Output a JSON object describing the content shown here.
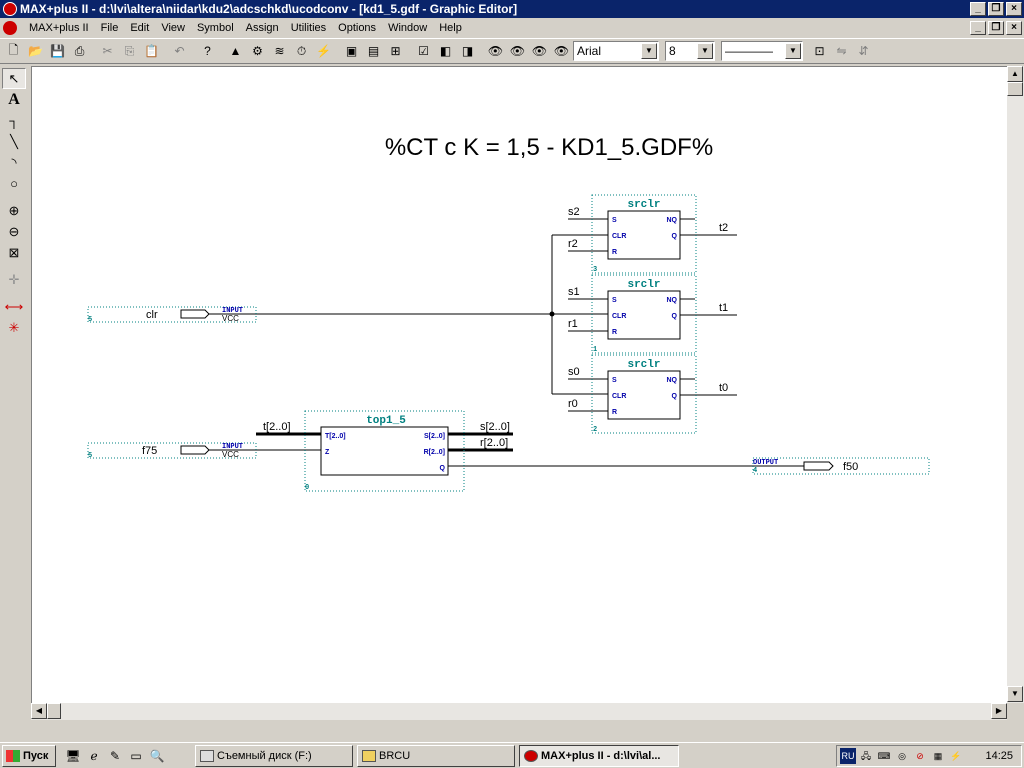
{
  "window": {
    "title": "MAX+plus II - d:\\lvi\\altera\\niidar\\kdu2\\adcschkd\\ucodconv - [kd1_5.gdf - Graphic Editor]"
  },
  "menu": {
    "app_label": "MAX+plus II",
    "items": [
      "File",
      "Edit",
      "View",
      "Symbol",
      "Assign",
      "Utilities",
      "Options",
      "Window",
      "Help"
    ]
  },
  "toolbar": {
    "font_name": "Arial",
    "font_size": "8",
    "line_style": "————"
  },
  "schematic": {
    "title": "%CT c K = 1,5 - KD1_5.GDF%",
    "inputs": [
      {
        "name": "clr",
        "type": "INPUT",
        "default": "VCC",
        "pin": "5"
      },
      {
        "name": "f75",
        "type": "INPUT",
        "default": "VCC",
        "pin": "5"
      }
    ],
    "output": {
      "name": "f50",
      "type": "OUTPUT",
      "pin": "4"
    },
    "srclr_blocks": [
      {
        "title": "srclr",
        "in_s": "s2",
        "in_r": "r2",
        "out": "t2",
        "id": "3",
        "ports_left": [
          "S",
          "CLR",
          "R"
        ],
        "ports_right": [
          "NQ",
          "Q"
        ]
      },
      {
        "title": "srclr",
        "in_s": "s1",
        "in_r": "r1",
        "out": "t1",
        "id": "1",
        "ports_left": [
          "S",
          "CLR",
          "R"
        ],
        "ports_right": [
          "NQ",
          "Q"
        ]
      },
      {
        "title": "srclr",
        "in_s": "s0",
        "in_r": "r0",
        "out": "t0",
        "id": "2",
        "ports_left": [
          "S",
          "CLR",
          "R"
        ],
        "ports_right": [
          "NQ",
          "Q"
        ]
      }
    ],
    "top_block": {
      "title": "top1_5",
      "id": "0",
      "ports_left": [
        "T[2..0]",
        "Z"
      ],
      "ports_right": [
        "S[2..0]",
        "R[2..0]",
        "Q"
      ],
      "bus_in": "t[2..0]",
      "bus_out_s": "s[2..0]",
      "bus_out_r": "r[2..0]"
    }
  },
  "taskbar": {
    "start_label": "Пуск",
    "tasks": [
      "Съемный диск (F:)",
      "BRCU",
      "MAX+plus II - d:\\lvi\\al..."
    ],
    "lang": "RU",
    "clock": "14:25"
  },
  "colors": {
    "titlebar": "#0a246a",
    "port_text": "#0000aa",
    "dotted_frame": "#008080",
    "block_title": "#008080"
  }
}
